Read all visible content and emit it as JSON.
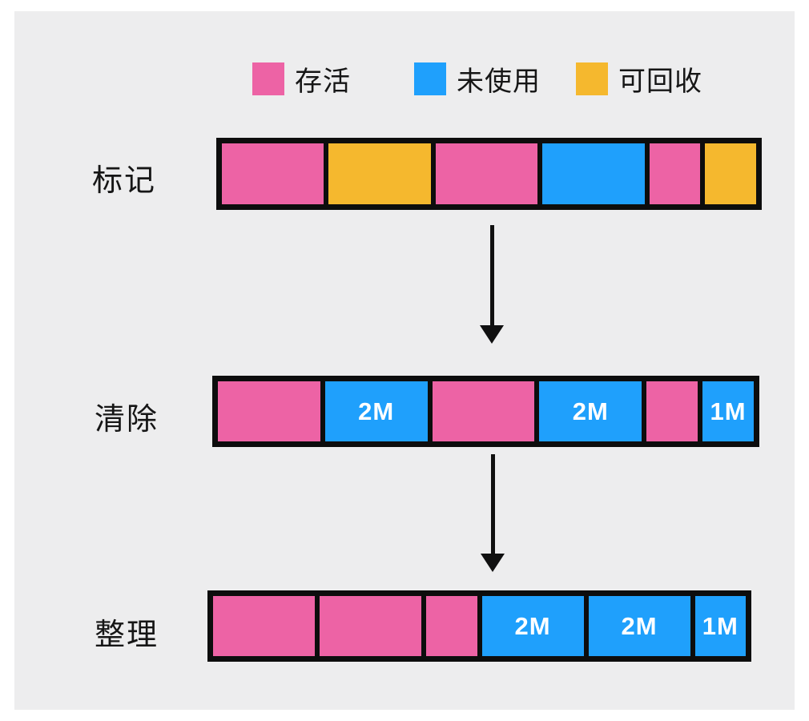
{
  "page": {
    "background": "#ffffff",
    "canvas_background": "#ededee",
    "description": "mark-sweep-compact garbage collection diagram"
  },
  "colors": {
    "alive": "#ed63a5",
    "unused": "#1fa0fc",
    "recyclable": "#f5b82e",
    "frame": "#0d0d0d"
  },
  "legend": {
    "items": [
      {
        "label": "存活",
        "role": "alive"
      },
      {
        "label": "未使用",
        "role": "unused"
      },
      {
        "label": "可回收",
        "role": "recyclable"
      }
    ]
  },
  "rows": [
    {
      "label": "标记",
      "segments": [
        {
          "role": "alive",
          "weight": 2,
          "label": ""
        },
        {
          "role": "recyclable",
          "weight": 2,
          "label": ""
        },
        {
          "role": "alive",
          "weight": 2,
          "label": ""
        },
        {
          "role": "unused",
          "weight": 2,
          "label": ""
        },
        {
          "role": "alive",
          "weight": 1,
          "label": ""
        },
        {
          "role": "recyclable",
          "weight": 1,
          "label": ""
        }
      ]
    },
    {
      "label": "清除",
      "segments": [
        {
          "role": "alive",
          "weight": 2,
          "label": ""
        },
        {
          "role": "unused",
          "weight": 2,
          "label": "2M"
        },
        {
          "role": "alive",
          "weight": 2,
          "label": ""
        },
        {
          "role": "unused",
          "weight": 2,
          "label": "2M"
        },
        {
          "role": "alive",
          "weight": 1,
          "label": ""
        },
        {
          "role": "unused",
          "weight": 1,
          "label": "1M"
        }
      ]
    },
    {
      "label": "整理",
      "segments": [
        {
          "role": "alive",
          "weight": 2,
          "label": ""
        },
        {
          "role": "alive",
          "weight": 2,
          "label": ""
        },
        {
          "role": "alive",
          "weight": 1,
          "label": ""
        },
        {
          "role": "unused",
          "weight": 2,
          "label": "2M"
        },
        {
          "role": "unused",
          "weight": 2,
          "label": "2M"
        },
        {
          "role": "unused",
          "weight": 1,
          "label": "1M"
        }
      ]
    }
  ]
}
